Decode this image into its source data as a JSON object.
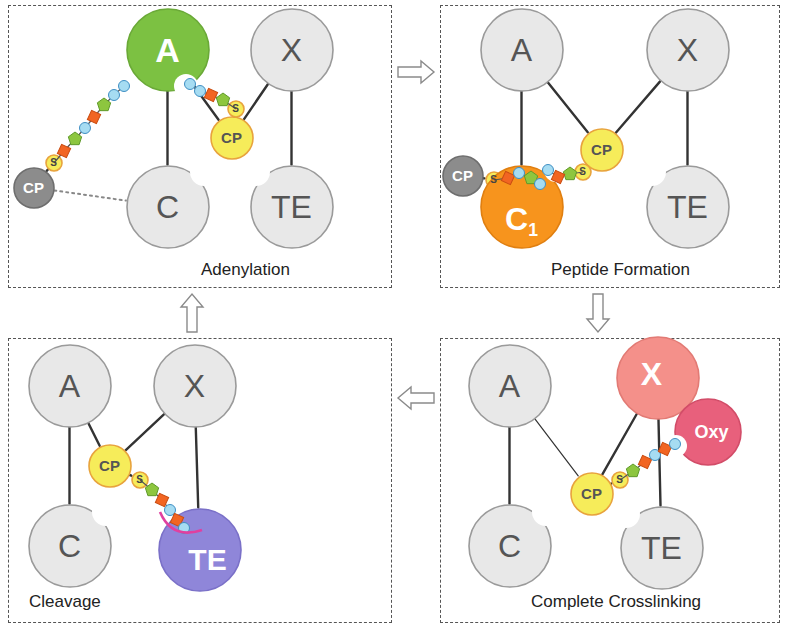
{
  "diagram": {
    "nodes": [
      {
        "text": [
          "Adenylation"
        ]
      },
      {
        "text": [
          "A"
        ],
        "in": 0
      },
      {
        "text": [
          "X"
        ],
        "in": 0
      },
      {
        "text": [
          "CP"
        ],
        "in": 0
      },
      {
        "text": [
          "S"
        ],
        "in": 0
      },
      {
        "text": [
          "CP"
        ],
        "in": 0
      },
      {
        "text": [
          "S"
        ],
        "in": 0
      },
      {
        "text": [
          "C"
        ],
        "in": 0
      },
      {
        "text": [
          "TE"
        ],
        "in": 0
      },
      {
        "text": [
          "Peptide Formation"
        ]
      },
      {
        "text": [
          "A"
        ],
        "in": 9
      },
      {
        "text": [
          "X"
        ],
        "in": 9
      },
      {
        "text": [
          "CP"
        ],
        "in": 9
      },
      {
        "text": [
          "S"
        ],
        "in": 9
      },
      {
        "text": [
          "CP"
        ],
        "in": 9
      },
      {
        "text": [
          "S"
        ],
        "in": 9
      },
      {
        "text": [
          "C",
          "1"
        ],
        "in": 9
      },
      {
        "text": [
          "TE"
        ],
        "in": 9
      },
      {
        "text": [
          "Cleavage"
        ]
      },
      {
        "text": [
          "A"
        ],
        "in": 18
      },
      {
        "text": [
          "X"
        ],
        "in": 18
      },
      {
        "text": [
          "CP"
        ],
        "in": 18
      },
      {
        "text": [
          "S"
        ],
        "in": 18
      },
      {
        "text": [
          "C"
        ],
        "in": 18
      },
      {
        "text": [
          "TE"
        ],
        "in": 18
      },
      {
        "text": [
          "Complete Crosslinking"
        ]
      },
      {
        "text": [
          "A"
        ],
        "in": 25
      },
      {
        "text": [
          "X"
        ],
        "in": 25
      },
      {
        "text": [
          "Oxy"
        ],
        "in": 25
      },
      {
        "text": [
          "CP"
        ],
        "in": 25
      },
      {
        "text": [
          "S"
        ],
        "in": 25
      },
      {
        "text": [
          "C"
        ],
        "in": 25
      },
      {
        "text": [
          "TE"
        ],
        "in": 25
      }
    ],
    "edges": [
      {
        "from": 1,
        "to": 7,
        "arrow": "none"
      },
      {
        "from": 1,
        "to": 5,
        "arrow": "none"
      },
      {
        "from": 5,
        "to": 2,
        "arrow": "none"
      },
      {
        "from": 2,
        "to": 8,
        "arrow": "none"
      },
      {
        "from": 3,
        "to": 7,
        "arrow": "none"
      },
      {
        "from": 3,
        "to": 4,
        "arrow": "none"
      },
      {
        "from": 5,
        "to": 6,
        "arrow": "none"
      },
      {
        "from": 10,
        "to": 16,
        "arrow": "none"
      },
      {
        "from": 10,
        "to": 14,
        "arrow": "none"
      },
      {
        "from": 14,
        "to": 11,
        "arrow": "none"
      },
      {
        "from": 11,
        "to": 17,
        "arrow": "none"
      },
      {
        "from": 12,
        "to": 13,
        "arrow": "none"
      },
      {
        "from": 14,
        "to": 15,
        "arrow": "none"
      },
      {
        "from": 19,
        "to": 23,
        "arrow": "none"
      },
      {
        "from": 19,
        "to": 21,
        "arrow": "none"
      },
      {
        "from": 21,
        "to": 20,
        "arrow": "none"
      },
      {
        "from": 20,
        "to": 24,
        "arrow": "none"
      },
      {
        "from": 21,
        "to": 22,
        "arrow": "none"
      },
      {
        "from": 26,
        "to": 31,
        "arrow": "none"
      },
      {
        "from": 26,
        "to": 29,
        "arrow": "none"
      },
      {
        "from": 29,
        "to": 27,
        "arrow": "none"
      },
      {
        "from": 27,
        "to": 32,
        "arrow": "none"
      },
      {
        "from": 29,
        "to": 30,
        "arrow": "none"
      },
      {
        "from": 0,
        "to": 9,
        "arrow": "to"
      },
      {
        "from": 9,
        "to": 25,
        "arrow": "to"
      },
      {
        "from": 25,
        "to": 18,
        "arrow": "to"
      },
      {
        "from": 18,
        "to": 0,
        "arrow": "to"
      }
    ]
  }
}
